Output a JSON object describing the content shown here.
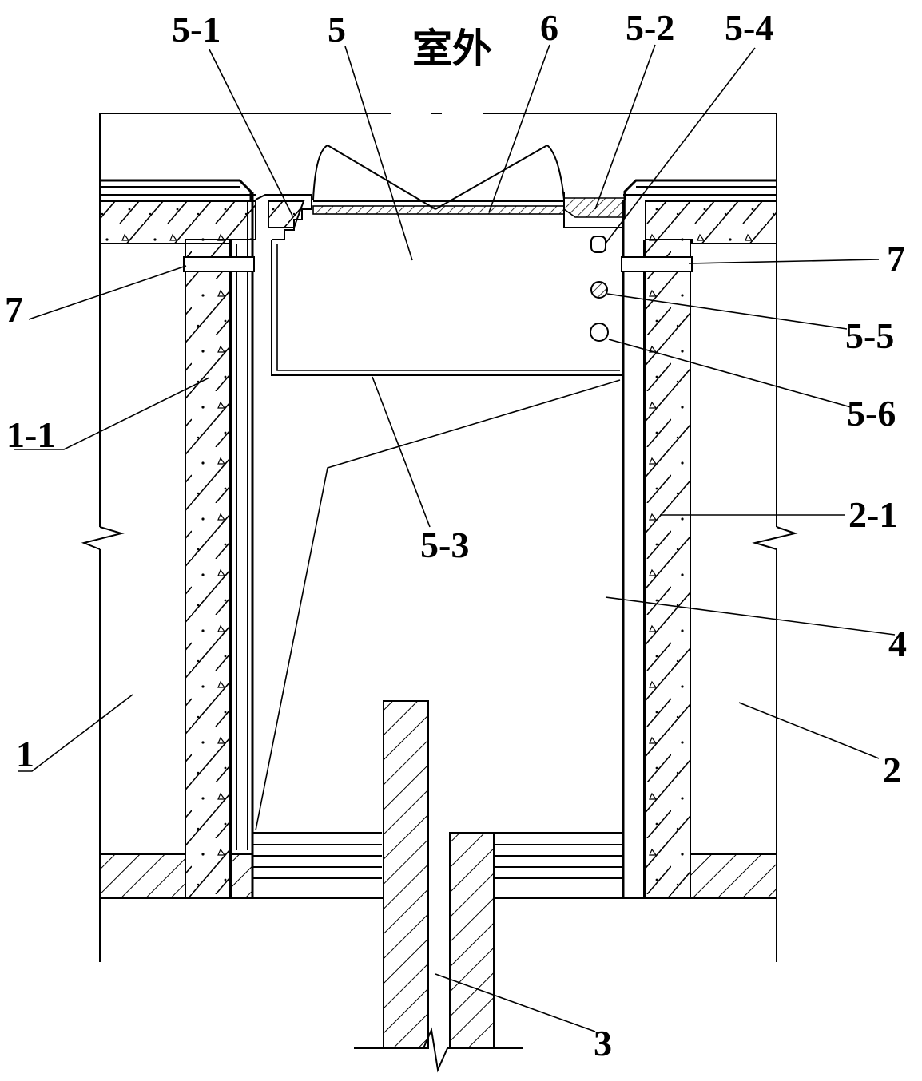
{
  "title": "室外",
  "labels": {
    "l_5_1": "5-1",
    "l_5": "5",
    "l_6": "6",
    "l_5_2": "5-2",
    "l_5_4": "5-4",
    "l_7_left": "7",
    "l_7_right": "7",
    "l_5_5": "5-5",
    "l_5_6": "5-6",
    "l_1_1": "1-1",
    "l_2_1": "2-1",
    "l_5_3": "5-3",
    "l_4": "4",
    "l_1": "1",
    "l_2": "2",
    "l_3": "3"
  }
}
